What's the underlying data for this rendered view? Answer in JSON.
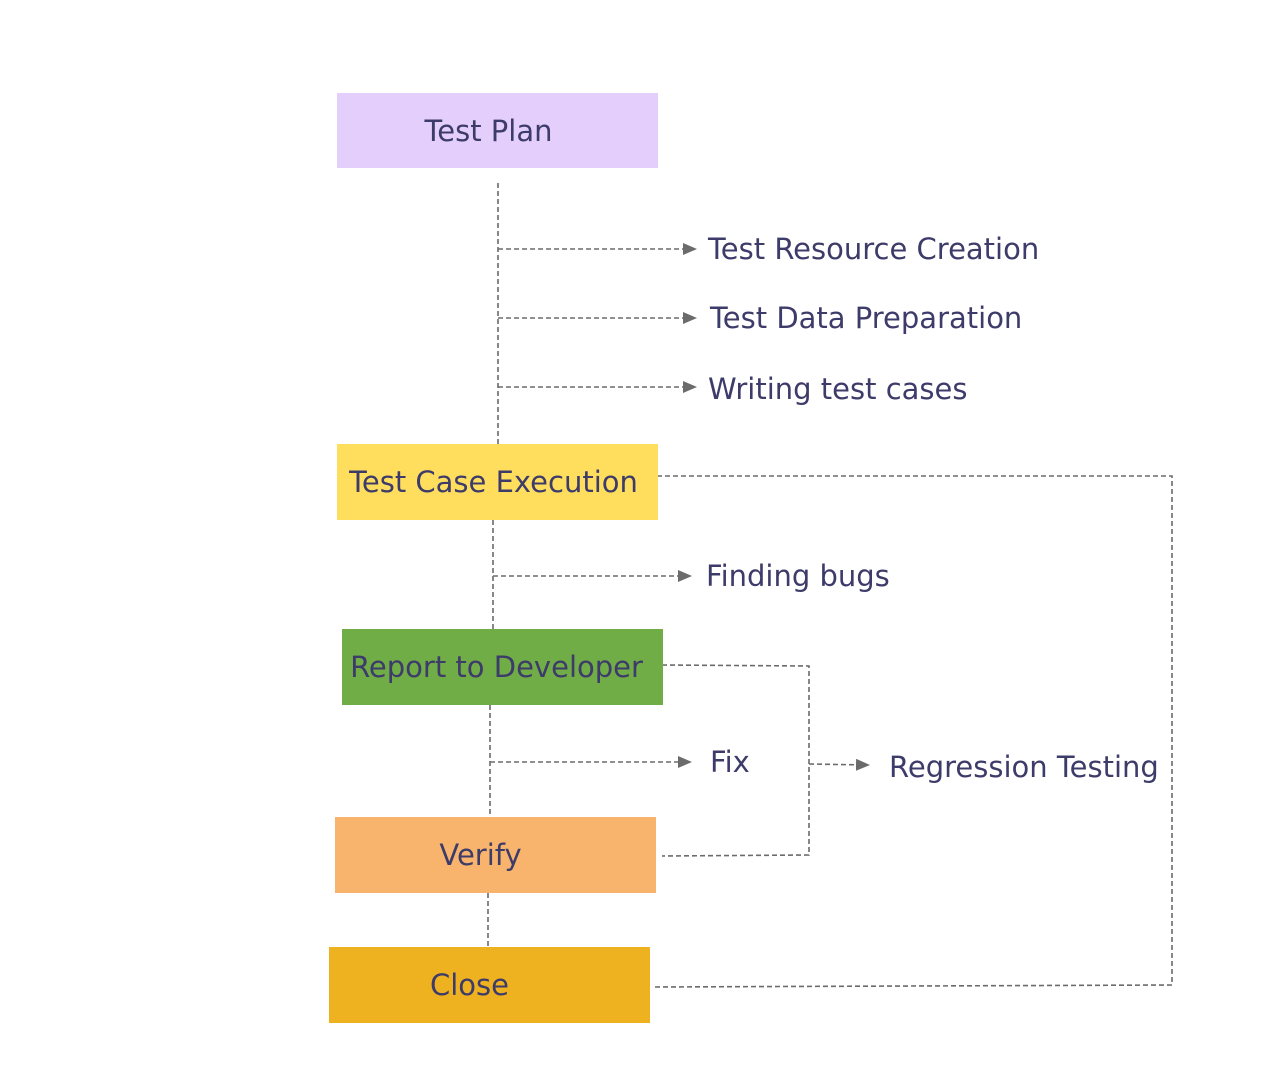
{
  "colors": {
    "text": "#3d3b69",
    "connector": "#6b6b6b",
    "test_plan": "#e4cffc",
    "test_case_execution": "#fede5c",
    "report_to_developer": "#71ad47",
    "verify": "#f8b46c",
    "close": "#eeb220"
  },
  "steps": {
    "test_plan": "Test Plan",
    "test_case_execution": "Test Case Execution",
    "report_to_developer": "Report to Developer",
    "verify": "Verify",
    "close": "Close"
  },
  "outputs": {
    "test_resource_creation": "Test Resource Creation",
    "test_data_preparation": "Test Data Preparation",
    "writing_test_cases": "Writing test cases",
    "finding_bugs": "Finding bugs",
    "fix": "Fix",
    "regression_testing": "Regression Testing"
  }
}
